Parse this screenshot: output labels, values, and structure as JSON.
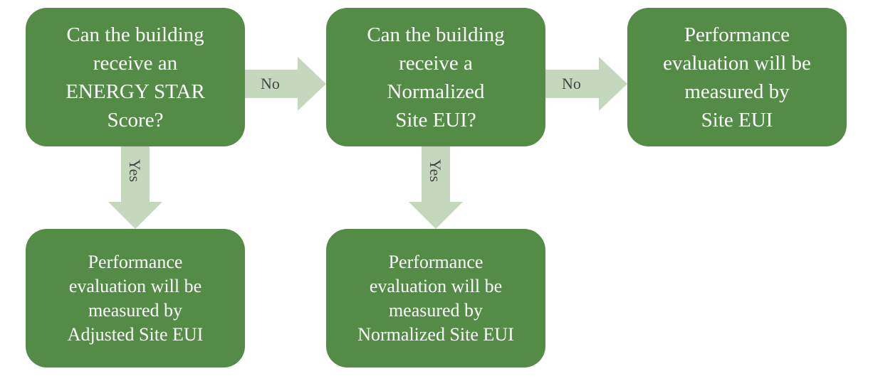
{
  "colors": {
    "box_fill": "#548b46",
    "arrow_fill": "#c5d8bd",
    "box_text": "#ffffff",
    "arrow_text": "#444444"
  },
  "nodes": {
    "energy_star_question": "Can the building\nreceive an\nENERGY STAR\nScore?",
    "normalized_question": "Can the building\nreceive a\nNormalized\nSite EUI?",
    "site_eui_result": "Performance\nevaluation will be\nmeasured by\nSite EUI",
    "adjusted_result": "Performance\nevaluation will be\nmeasured by\nAdjusted Site EUI",
    "normalized_result": "Performance\nevaluation will be\nmeasured by\nNormalized Site EUI"
  },
  "edges": {
    "no_1": "No",
    "no_2": "No",
    "yes_1": "Yes",
    "yes_2": "Yes"
  }
}
